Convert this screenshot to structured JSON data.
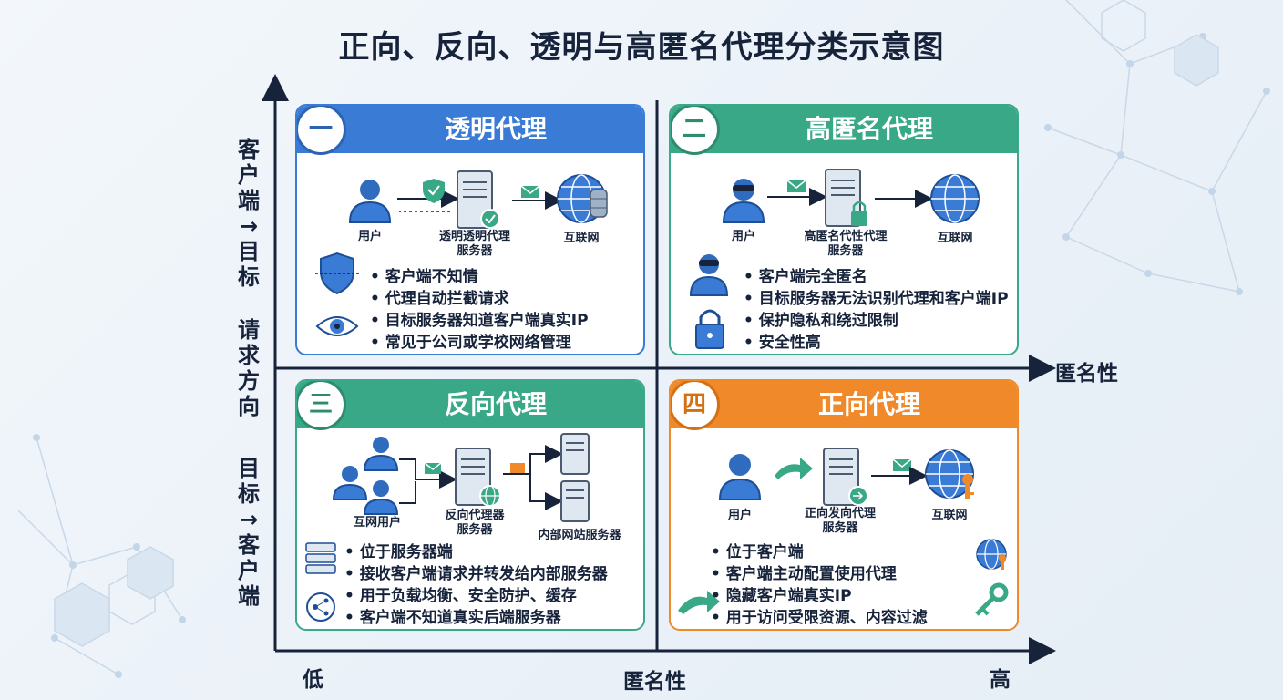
{
  "title": "正向、反向、透明与高匿名代理分类示意图",
  "y_axis": {
    "top": [
      "客",
      "户",
      "端",
      "→",
      "目",
      "标"
    ],
    "mid": [
      "请",
      "求",
      "方",
      "向"
    ],
    "bottom": [
      "目",
      "标",
      "→",
      "客",
      "户",
      "端"
    ]
  },
  "x_axis": {
    "label": "匿名性",
    "right_label": "匿名性",
    "low": "低",
    "high": "高"
  },
  "colors": {
    "blue": "#3a7bd5",
    "green": "#38a886",
    "orange": "#f0892a",
    "text": "#16233b"
  },
  "panels": [
    {
      "num": "一",
      "title": "透明代理",
      "labels": {
        "user": "用户",
        "proxy1": "透明透明代理",
        "proxy2": "服务器",
        "target": "互联网"
      },
      "icons": [
        "user-icon",
        "shield-check-icon",
        "server-icon",
        "internet-icon",
        "eye-icon"
      ],
      "bullets": [
        "客户端不知情",
        "代理自动拦截请求",
        "目标服务器知道客户端真实IP",
        "常见于公司或学校网络管理"
      ]
    },
    {
      "num": "二",
      "title": "高匿名代理",
      "labels": {
        "user": "用户",
        "proxy1": "高匿名代性代理",
        "proxy2": "服务器",
        "target": "互联网"
      },
      "icons": [
        "masked-user-icon",
        "mail-icon",
        "server-lock-icon",
        "internet-icon",
        "padlock-icon"
      ],
      "bullets": [
        "客户端完全匿名",
        "目标服务器无法识别代理和客户端IP",
        "保护隐私和绕过限制",
        "安全性高"
      ]
    },
    {
      "num": "三",
      "title": "反向代理",
      "labels": {
        "users": "互网用户",
        "proxy1": "反向代理器",
        "proxy2": "服务器",
        "servers": "内部网站服务器"
      },
      "icons": [
        "users-icon",
        "server-globe-icon",
        "server-icon",
        "server-rack-icon",
        "load-balance-icon"
      ],
      "bullets": [
        "位于服务器端",
        "接收客户端请求并转发给内部服务器",
        "用于负载均衡、安全防护、缓存",
        "客户端不知道真实后端服务器"
      ]
    },
    {
      "num": "四",
      "title": "正向代理",
      "labels": {
        "user": "用户",
        "proxy1": "正向发向代理",
        "proxy2": "服务器",
        "target": "互联网"
      },
      "icons": [
        "user-icon",
        "arrow-icon",
        "server-icon",
        "internet-key-icon",
        "key-icon"
      ],
      "bullets": [
        "位于客户端",
        "客户端主动配置使用代理",
        "隐藏客户端真实IP",
        "用于访问受限资源、内容过滤"
      ]
    }
  ]
}
